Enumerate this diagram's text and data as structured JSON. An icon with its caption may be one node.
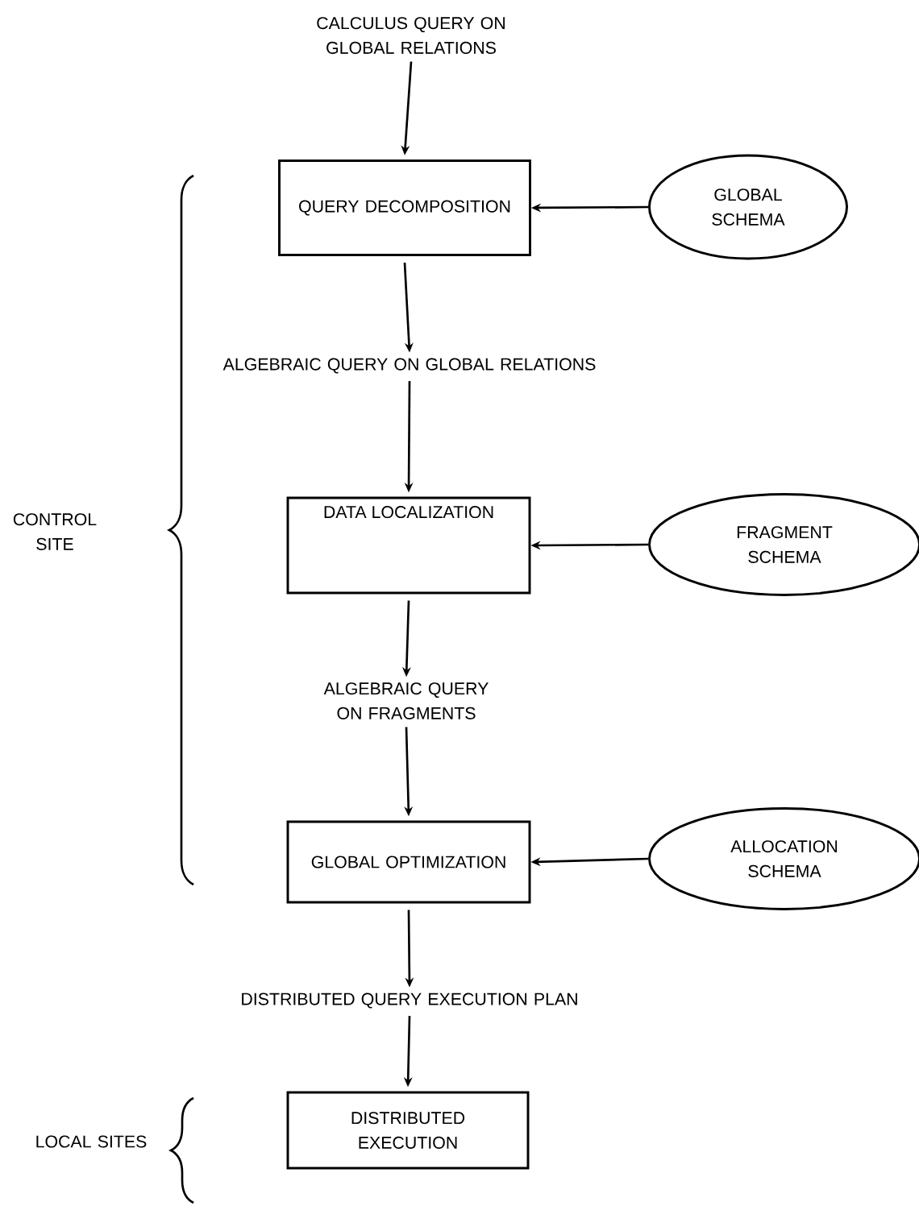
{
  "diagram": {
    "nodes": [
      {
        "text": [
          "CALCULUS QUERY ON GLOBAL RELATIONS"
        ]
      },
      {
        "text": [
          "QUERY DECOMPOSITION"
        ]
      },
      {
        "text": [
          "GLOBAL SCHEMA"
        ]
      },
      {
        "text": [
          "ALGEBRAIC QUERY ON GLOBAL RELATIONS"
        ]
      },
      {
        "text": [
          "DATA LOCALIZATION"
        ]
      },
      {
        "text": [
          "FRAGMENT SCHEMA"
        ]
      },
      {
        "text": [
          "ALGEBRAIC QUERY ON FRAGMENTS"
        ]
      },
      {
        "text": [
          "GLOBAL OPTIMIZATION"
        ]
      },
      {
        "text": [
          "ALLOCATION SCHEMA"
        ]
      },
      {
        "text": [
          "DISTRIBUTED QUERY EXECUTION PLAN"
        ]
      },
      {
        "text": [
          "DISTRIBUTED EXECUTION"
        ]
      }
    ],
    "edges": [
      {
        "from": 0,
        "to": 1,
        "arrow": "to"
      },
      {
        "from": 2,
        "to": 1,
        "arrow": "to"
      },
      {
        "from": 1,
        "to": 3,
        "arrow": "to"
      },
      {
        "from": 3,
        "to": 4,
        "arrow": "to"
      },
      {
        "from": 5,
        "to": 4,
        "arrow": "to"
      },
      {
        "from": 4,
        "to": 6,
        "arrow": "to"
      },
      {
        "from": 6,
        "to": 7,
        "arrow": "to"
      },
      {
        "from": 8,
        "to": 7,
        "arrow": "to"
      },
      {
        "from": 7,
        "to": 9,
        "arrow": "to"
      },
      {
        "from": 9,
        "to": 10,
        "arrow": "to"
      }
    ],
    "labels": [
      "CONTROL SITE",
      "LOCAL SITES"
    ]
  }
}
